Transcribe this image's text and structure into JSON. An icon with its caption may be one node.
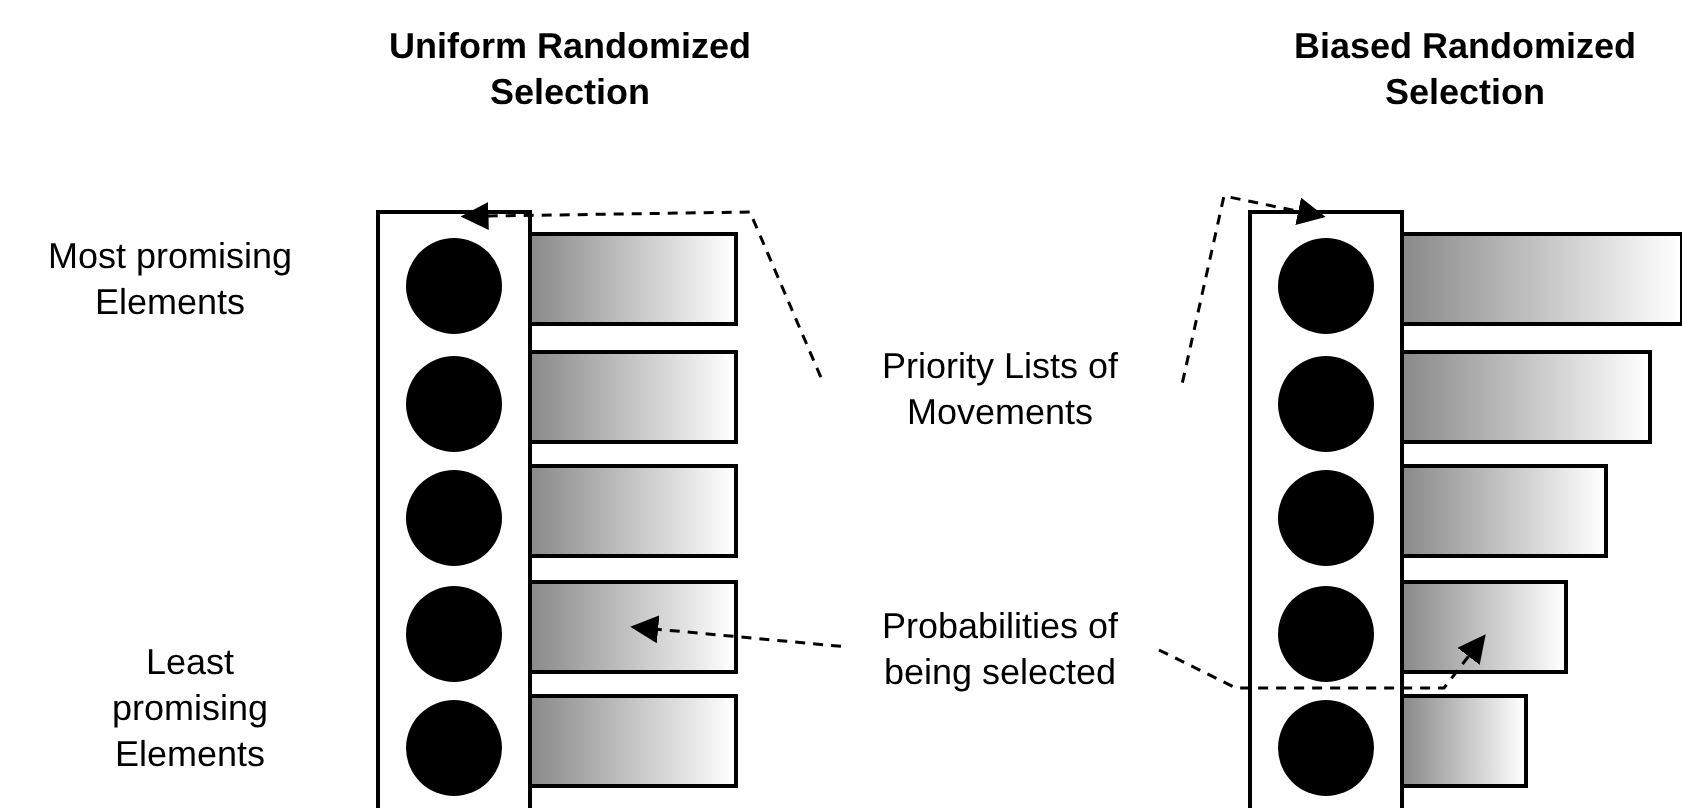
{
  "diagram": {
    "nodes": [
      {
        "text": [],
        "shape": "box"
      },
      {
        "text": [],
        "shape": "circle",
        "in": 0
      },
      {
        "text": [],
        "shape": "circle",
        "in": 0
      },
      {
        "text": [],
        "shape": "circle",
        "in": 0
      },
      {
        "text": [],
        "shape": "circle",
        "in": 0
      },
      {
        "text": [],
        "shape": "circle",
        "in": 0
      },
      {
        "text": [],
        "shape": "bar"
      },
      {
        "text": [],
        "shape": "bar"
      },
      {
        "text": [],
        "shape": "bar"
      },
      {
        "text": [],
        "shape": "bar"
      },
      {
        "text": [],
        "shape": "bar"
      },
      {
        "text": [],
        "shape": "box"
      },
      {
        "text": [],
        "shape": "circle",
        "in": 11
      },
      {
        "text": [],
        "shape": "circle",
        "in": 11
      },
      {
        "text": [],
        "shape": "circle",
        "in": 11
      },
      {
        "text": [],
        "shape": "circle",
        "in": 11
      },
      {
        "text": [],
        "shape": "circle",
        "in": 11
      },
      {
        "text": [],
        "shape": "bar"
      },
      {
        "text": [],
        "shape": "bar"
      },
      {
        "text": [],
        "shape": "bar"
      },
      {
        "text": [],
        "shape": "bar"
      },
      {
        "text": [],
        "shape": "bar"
      },
      {
        "text": [
          "Priority Lists of Movements"
        ]
      },
      {
        "text": [
          "Probabilities of being selected"
        ]
      }
    ],
    "edges": [
      {
        "from": 22,
        "to": 0,
        "arrow": "to",
        "style": "dashed"
      },
      {
        "from": 22,
        "to": 11,
        "arrow": "to",
        "style": "dashed"
      },
      {
        "from": 23,
        "to": 9,
        "arrow": "to",
        "style": "dashed"
      },
      {
        "from": 23,
        "to": 20,
        "arrow": "to",
        "style": "dashed"
      }
    ],
    "labels": [
      "Uniform Randomized Selection",
      "Biased Randomized Selection",
      "Most promising Elements",
      "Least promising Elements"
    ]
  }
}
